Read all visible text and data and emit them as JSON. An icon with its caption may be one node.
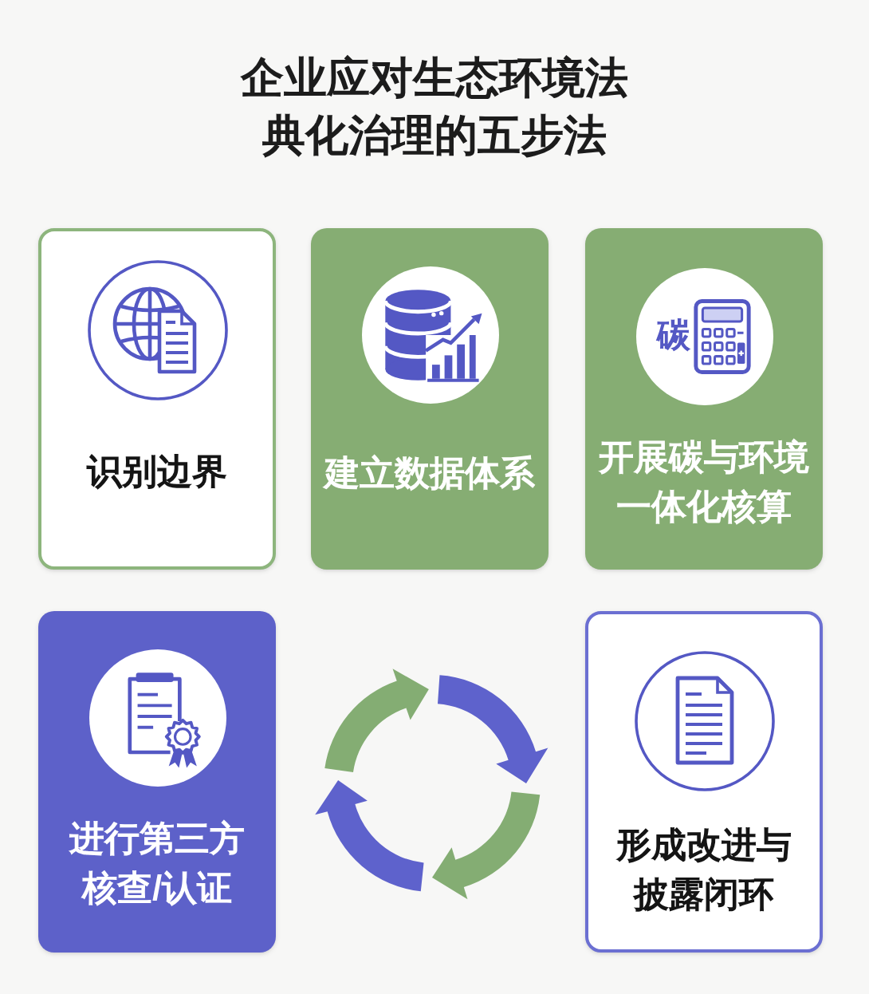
{
  "diagram": {
    "title": "企业应对生态环境法典化治理的五步法",
    "nodes": [
      {
        "text": [
          "识别边界"
        ]
      },
      {
        "text": [
          "建立数据体系"
        ]
      },
      {
        "text": [
          "碳",
          "开展碳与环境一体化核算"
        ]
      },
      {
        "text": [
          "进行第三方核查/认证"
        ]
      },
      {
        "text": [
          "形成改进与披露闭环"
        ]
      }
    ]
  }
}
